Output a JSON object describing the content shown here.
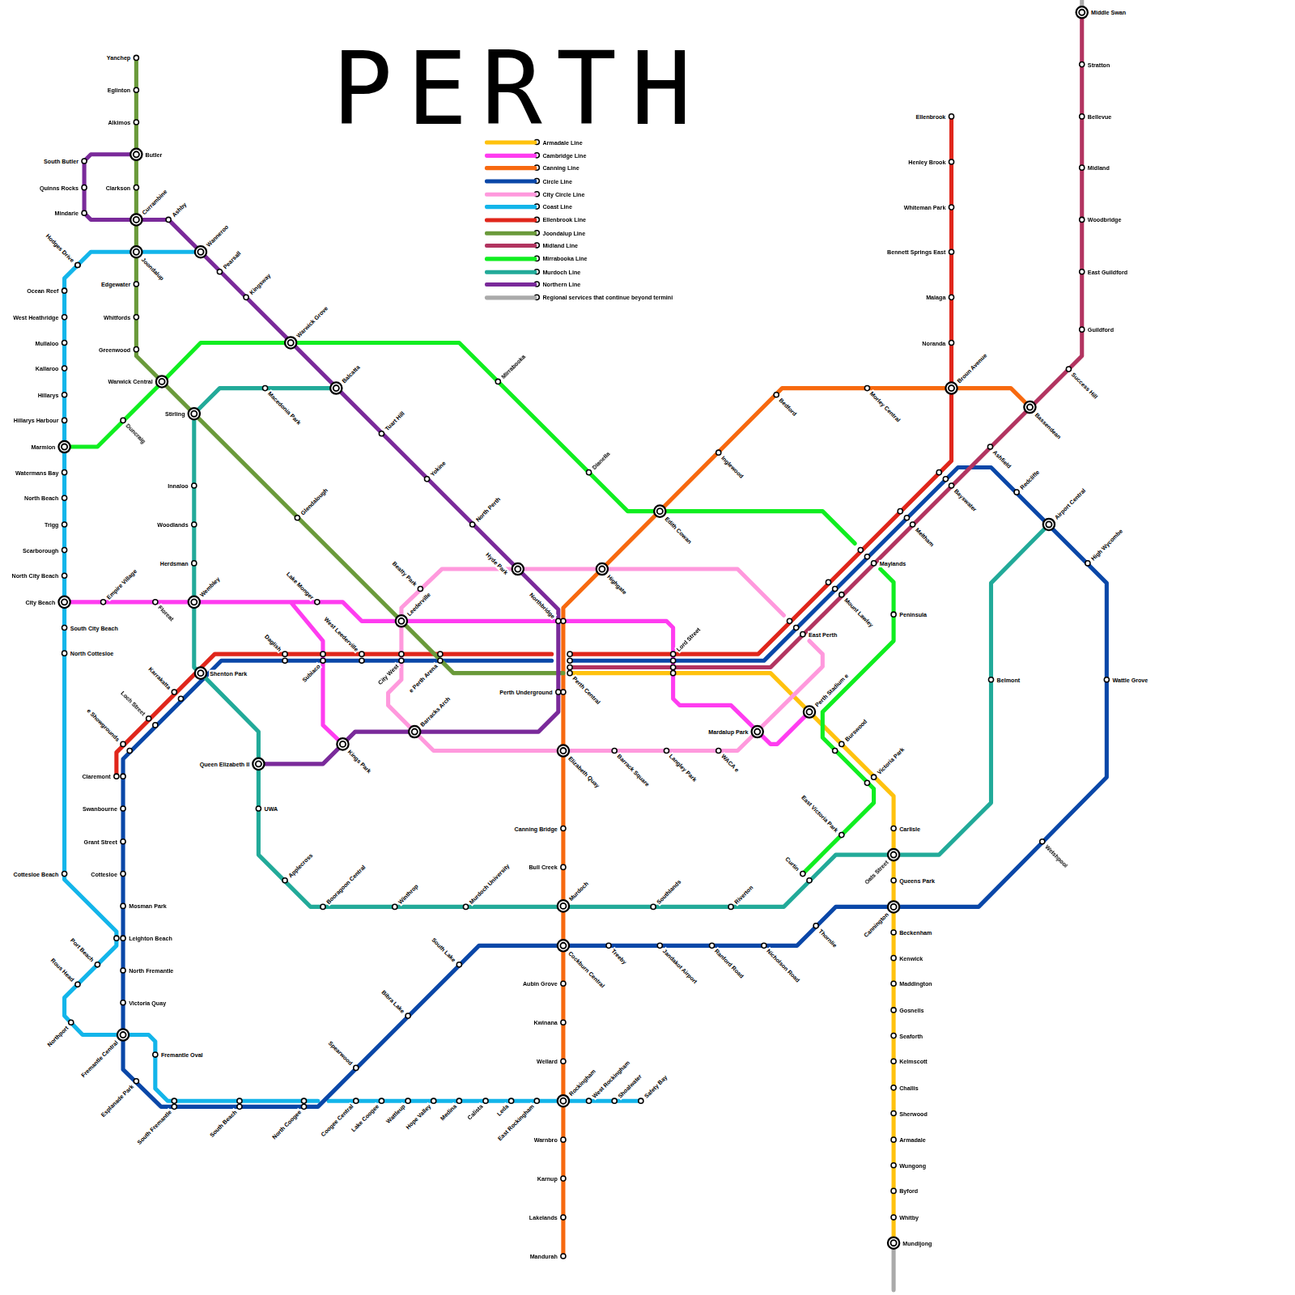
{
  "diagram": {
    "title": "PERTH",
    "labels": [
      "Yanchep",
      "Eglinton",
      "Alkimos",
      "Butler",
      "Clarkson",
      "Currambine",
      "Joondalup",
      "Edgewater",
      "Whitfords",
      "Greenwood",
      "Warwick Central",
      "Stirling",
      "Glendalough",
      "South Butler",
      "Quinns Rocks",
      "Mindarie",
      "Ashby",
      "Wanneroo",
      "Pearsall",
      "Kingsway",
      "Warwick Grove",
      "Balcatta",
      "Tuart Hill",
      "Yokine",
      "North Perth",
      "Hyde Park",
      "Northbridge",
      "Kings Park",
      "Barracks Arch",
      "Queen Elizabeth II",
      "Hodges Drive",
      "Ocean Reef",
      "West Heathridge",
      "Mullaloo",
      "Kallaroo",
      "Hillarys",
      "Hillarys Harbour",
      "Marmion",
      "Watermans Bay",
      "North Beach",
      "Trigg",
      "Scarborough",
      "North City Beach",
      "City Beach",
      "South City Beach",
      "North Cottesloe",
      "Cottesloe Beach",
      "Port Beach",
      "Rous Head",
      "Northport",
      "Fremantle Oval",
      "South Fremantle",
      "South Beach",
      "North Coogee",
      "Coogee Central",
      "Lake Coogee",
      "Wattleup",
      "Hope Valley",
      "Medina",
      "Calista",
      "Leda",
      "East Rockingham",
      "Rockingham",
      "West Rockingham",
      "Shoalwater",
      "Safety Bay",
      "Claremont",
      "Swanbourne",
      "Grant Street",
      "Cottesloe",
      "Mosman Park",
      "Leighton Beach",
      "North Fremantle",
      "Victoria Quay",
      "Fremantle Central",
      "Esplanade Park",
      "e Showgrounds",
      "Loch Street",
      "Karrakatta",
      "Shenton Park",
      "Daglish",
      "Subiaco",
      "West Leederville",
      "City West",
      "e Perth Arena",
      "Lake Monger",
      "Beatty Park",
      "Leederville",
      "Perth Central",
      "Perth Underground",
      "Elizabeth Quay",
      "Barrack Square",
      "Langley Park",
      "WACA e",
      "Mardalup Park",
      "Perth Stadium e",
      "Lord Street",
      "Highgate",
      "Edith Cowan",
      "Inglewood",
      "Bedford",
      "Morley Central",
      "Broun Avenue",
      "Bassendean",
      "Success Hill",
      "Ashfield",
      "Redcliffe",
      "Airport Central",
      "High Wycombe",
      "Wattle Grove",
      "Welshpool",
      "Bayswater",
      "Meltham",
      "Mount Lawley",
      "Maylands",
      "East Perth",
      "Peninsula",
      "Burswood",
      "Victoria Park",
      "East Victoria Park",
      "Curtin",
      "Carlisle",
      "Oats Street",
      "Queens Park",
      "Cannington",
      "Beckenham",
      "Kenwick",
      "Maddington",
      "Gosnells",
      "Seaforth",
      "Kelmscott",
      "Challis",
      "Sherwood",
      "Armadale",
      "Wungong",
      "Byford",
      "Whitby",
      "Mundijong",
      "Thornlie",
      "Nicholson Road",
      "Ranford Road",
      "Jandakot Airport",
      "Treeby",
      "Cockburn Central",
      "South Lake",
      "Bibra Lake",
      "Spearwood",
      "Murdoch",
      "Southlands",
      "Riverton",
      "Murdoch University",
      "Winthrop",
      "Booragoon Central",
      "Applecross",
      "UWA",
      "Wembley",
      "Herdsman",
      "Woodlands",
      "Innaloo",
      "Macedonia Park",
      "Belmont",
      "Empire Village",
      "Floreat",
      "Duncraig",
      "Mirrabooka",
      "Dianella",
      "Canning Bridge",
      "Bull Creek",
      "Aubin Grove",
      "Kwinana",
      "Wellard",
      "Warnbro",
      "Karnup",
      "Lakelands",
      "Mandurah",
      "Middle Swan",
      "Stratton",
      "Bellevue",
      "Midland",
      "Woodbridge",
      "East Guildford",
      "Guildford",
      "Ellenbrook",
      "Henley Brook",
      "Whiteman Park",
      "Bennett Springs East",
      "Malaga",
      "Noranda"
    ],
    "legend": [
      {
        "text": "Armadale Line",
        "color": "#FFC20E"
      },
      {
        "text": "Cambridge Line",
        "color": "#FF3CF0"
      },
      {
        "text": "Canning Line",
        "color": "#F7690F"
      },
      {
        "text": "Circle Line",
        "color": "#0A47A8"
      },
      {
        "text": "City Circle Line",
        "color": "#FF99DD"
      },
      {
        "text": "Coast Line",
        "color": "#13B5EA"
      },
      {
        "text": "Ellenbrook Line",
        "color": "#E0261B"
      },
      {
        "text": "Joondalup Line",
        "color": "#6A9A3A"
      },
      {
        "text": "Midland Line",
        "color": "#B23460"
      },
      {
        "text": "Mirrabooka Line",
        "color": "#10EE20"
      },
      {
        "text": "Murdoch Line",
        "color": "#22AA99"
      },
      {
        "text": "Northern Line",
        "color": "#7A2A9A"
      },
      {
        "text": "Regional services that continue beyond termini",
        "color": "#AAAAAA"
      }
    ]
  }
}
